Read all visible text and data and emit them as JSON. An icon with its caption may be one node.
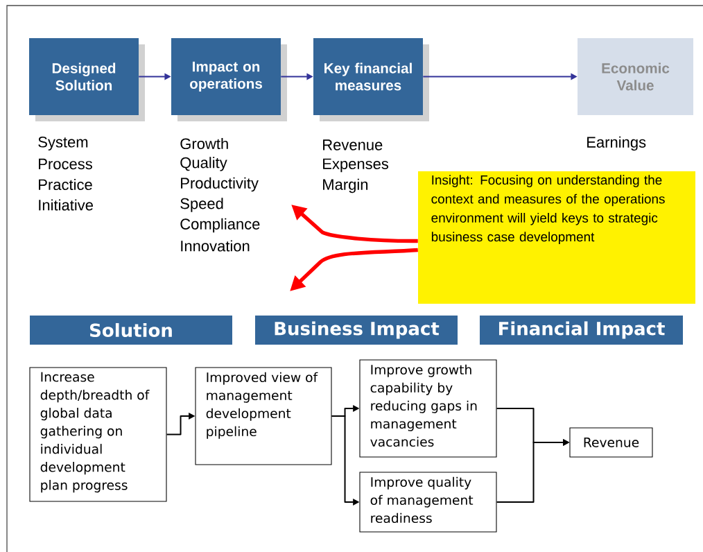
{
  "diagram": {
    "nodes": [
      {
        "text": [
          "Designed Solution"
        ],
        "beside": [
          "System",
          "Process",
          "Practice",
          "Initiative"
        ]
      },
      {
        "text": [
          "Impact on operations"
        ],
        "beside": [
          "Growth",
          "Quality",
          "Productivity",
          "Speed",
          "Compliance",
          "Innovation"
        ]
      },
      {
        "text": [
          "Key financial measures"
        ],
        "beside": [
          "Revenue",
          "Expenses",
          "Margin"
        ]
      },
      {
        "text": [
          "Economic Value"
        ]
      },
      {
        "text": [
          "Insight: Focusing on understanding the context and measures of the operations environment will yield keys to strategic business case development"
        ]
      },
      {
        "text": [
          "Solution"
        ]
      },
      {
        "text": [
          "Business Impact"
        ]
      },
      {
        "text": [
          "Financial Impact"
        ]
      },
      {
        "text": [
          "Increase depth/breadth of global data gathering on individual development plan progress"
        ]
      },
      {
        "text": [
          "Improved view of management development pipeline"
        ]
      },
      {
        "text": [
          "Improve growth capability by reducing gaps in management vacancies"
        ]
      },
      {
        "text": [
          "Improve quality of management readiness"
        ]
      },
      {
        "text": [
          "Revenue"
        ]
      }
    ],
    "edges": [
      {
        "from": 0,
        "to": 1,
        "arrow": "to",
        "color": "#333399"
      },
      {
        "from": 1,
        "to": 2,
        "arrow": "to",
        "color": "#333399"
      },
      {
        "from": 2,
        "to": 3,
        "arrow": "to",
        "color": "#333399"
      },
      {
        "from": 4,
        "to": null,
        "arrow": "to",
        "style": "thick",
        "color": "#ff0000"
      },
      {
        "from": 4,
        "to": null,
        "arrow": "to",
        "style": "thick",
        "color": "#ff0000"
      },
      {
        "from": 8,
        "to": 9,
        "arrow": "to"
      },
      {
        "from": 9,
        "to": 10,
        "arrow": "to"
      },
      {
        "from": 9,
        "to": 11,
        "arrow": "to"
      },
      {
        "from": 10,
        "to": 12,
        "arrow": "to"
      },
      {
        "from": 11,
        "to": 12,
        "arrow": "to"
      }
    ],
    "labels": [
      "Earnings"
    ]
  }
}
